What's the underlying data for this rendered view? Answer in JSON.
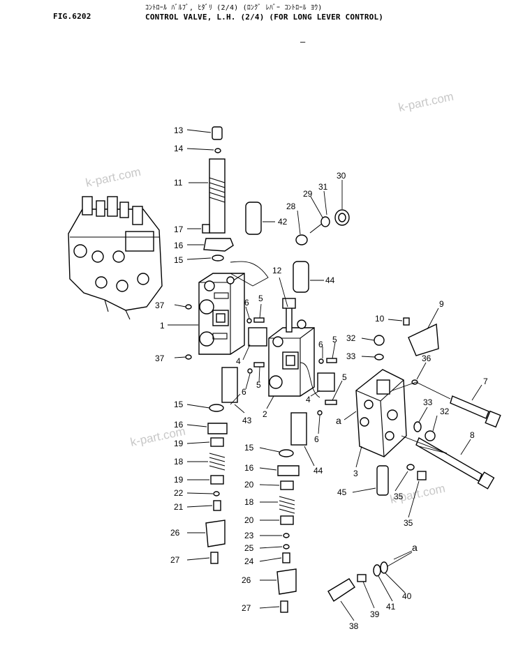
{
  "header": {
    "fig_label": "FIG.6202",
    "title_jp": "ｺﾝﾄﾛｰﾙ ﾊﾞﾙﾌﾞ, ﾋﾀﾞﾘ (2/4) (ﾛﾝｸﾞ ﾚﾊﾞｰ ｺﾝﾄﾛｰﾙ ﾖｳ)",
    "title_en": "CONTROL VALVE, L.H. (2/4) (FOR LONG LEVER CONTROL)",
    "dash": "—"
  },
  "watermarks": [
    "k-part.com",
    "k-part.com",
    "k-part.com",
    "k-part.com"
  ],
  "part_numbers": [
    "1",
    "2",
    "3",
    "4",
    "5",
    "6",
    "7",
    "8",
    "9",
    "10",
    "11",
    "12",
    "13",
    "14",
    "15",
    "16",
    "17",
    "18",
    "19",
    "20",
    "21",
    "22",
    "23",
    "24",
    "25",
    "26",
    "27",
    "28",
    "29",
    "30",
    "31",
    "32",
    "33",
    "35",
    "36",
    "37",
    "38",
    "39",
    "40",
    "41",
    "42",
    "43",
    "44",
    "45"
  ],
  "callouts": {
    "c13": "13",
    "c14": "14",
    "c11": "11",
    "c17": "17",
    "c16": "16",
    "c15a": "15",
    "c42": "42",
    "c28": "28",
    "c29": "29",
    "c31": "31",
    "c30": "30",
    "c44a": "44",
    "c12": "12",
    "c6a": "6",
    "c5a": "5",
    "c37a": "37",
    "c1": "1",
    "c37b": "37",
    "c4a": "4",
    "c6b": "6",
    "c5b": "5",
    "c6c": "6",
    "c5c": "5",
    "c15b": "15",
    "c43": "43",
    "c2": "2",
    "c4b": "4",
    "c5d": "5",
    "c6d": "6",
    "c16b": "16",
    "c19a": "19",
    "c18a": "18",
    "c19b": "19",
    "c22": "22",
    "c21": "21",
    "c26a": "26",
    "c27a": "27",
    "c15c": "15",
    "c16c": "16",
    "c20a": "20",
    "c18b": "18",
    "c20b": "20",
    "c23": "23",
    "c25": "25",
    "c24": "24",
    "c26b": "26",
    "c27b": "27",
    "c44b": "44",
    "c10": "10",
    "c9": "9",
    "c32a": "32",
    "c33a": "33",
    "c36": "36",
    "c7": "7",
    "c33b": "33",
    "c32b": "32",
    "ca1": "a",
    "c8": "8",
    "c3": "3",
    "c45": "45",
    "c35": "35",
    "c34": "35",
    "ca2": "a",
    "c40": "40",
    "c41": "41",
    "c39": "39",
    "c38": "38"
  }
}
